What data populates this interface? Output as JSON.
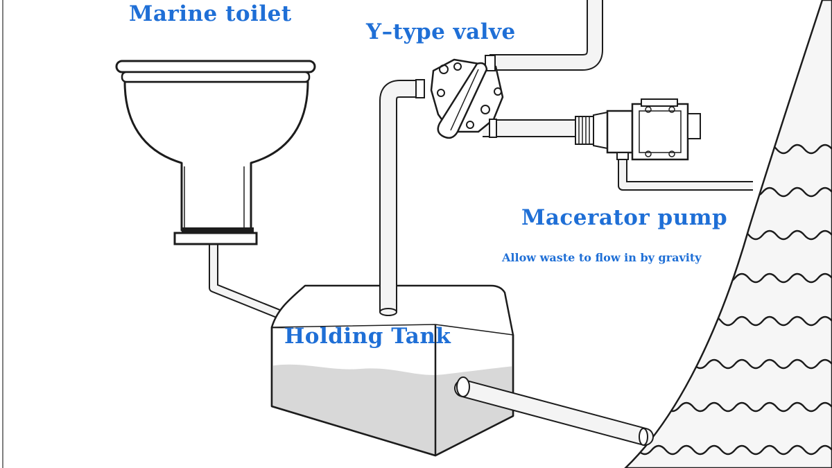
{
  "labels": {
    "marine_toilet": "Marine toilet",
    "y_valve": "Y–type valve",
    "macerator_pump": "Macerator pump",
    "gravity_note": "Allow waste to flow in by gravity",
    "holding_tank": "Holding Tank"
  },
  "colors": {
    "label_text": "#1f6fd6",
    "line": "#1c1c1c",
    "fill": "#ffffff",
    "pipe_inner": "#f4f4f4",
    "tank_liquid": "#d8d8d8",
    "hull_shade": "#f2f2f2"
  },
  "icons": [
    "marine-toilet-icon",
    "y-valve-icon",
    "macerator-pump-icon",
    "holding-tank-icon",
    "hull-water-waves-icon"
  ]
}
